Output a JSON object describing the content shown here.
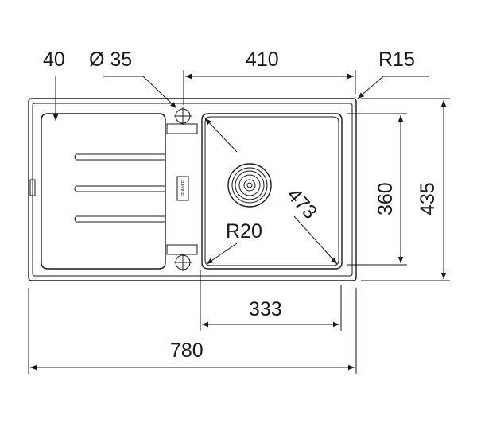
{
  "dimensions": {
    "drainer_margin": "40",
    "tap_hole_diameter": "Ø 35",
    "bowl_width": "410",
    "corner_radius_outer": "R15",
    "bowl_depth": "360",
    "overall_depth": "435",
    "bowl_diagonal": "473",
    "bowl_corner_radius": "R20",
    "bowl_inner_width": "333",
    "overall_width": "780"
  },
  "logo": {
    "text": "FRANKE"
  },
  "colors": {
    "line": "#1a1a1a",
    "background": "#ffffff"
  }
}
